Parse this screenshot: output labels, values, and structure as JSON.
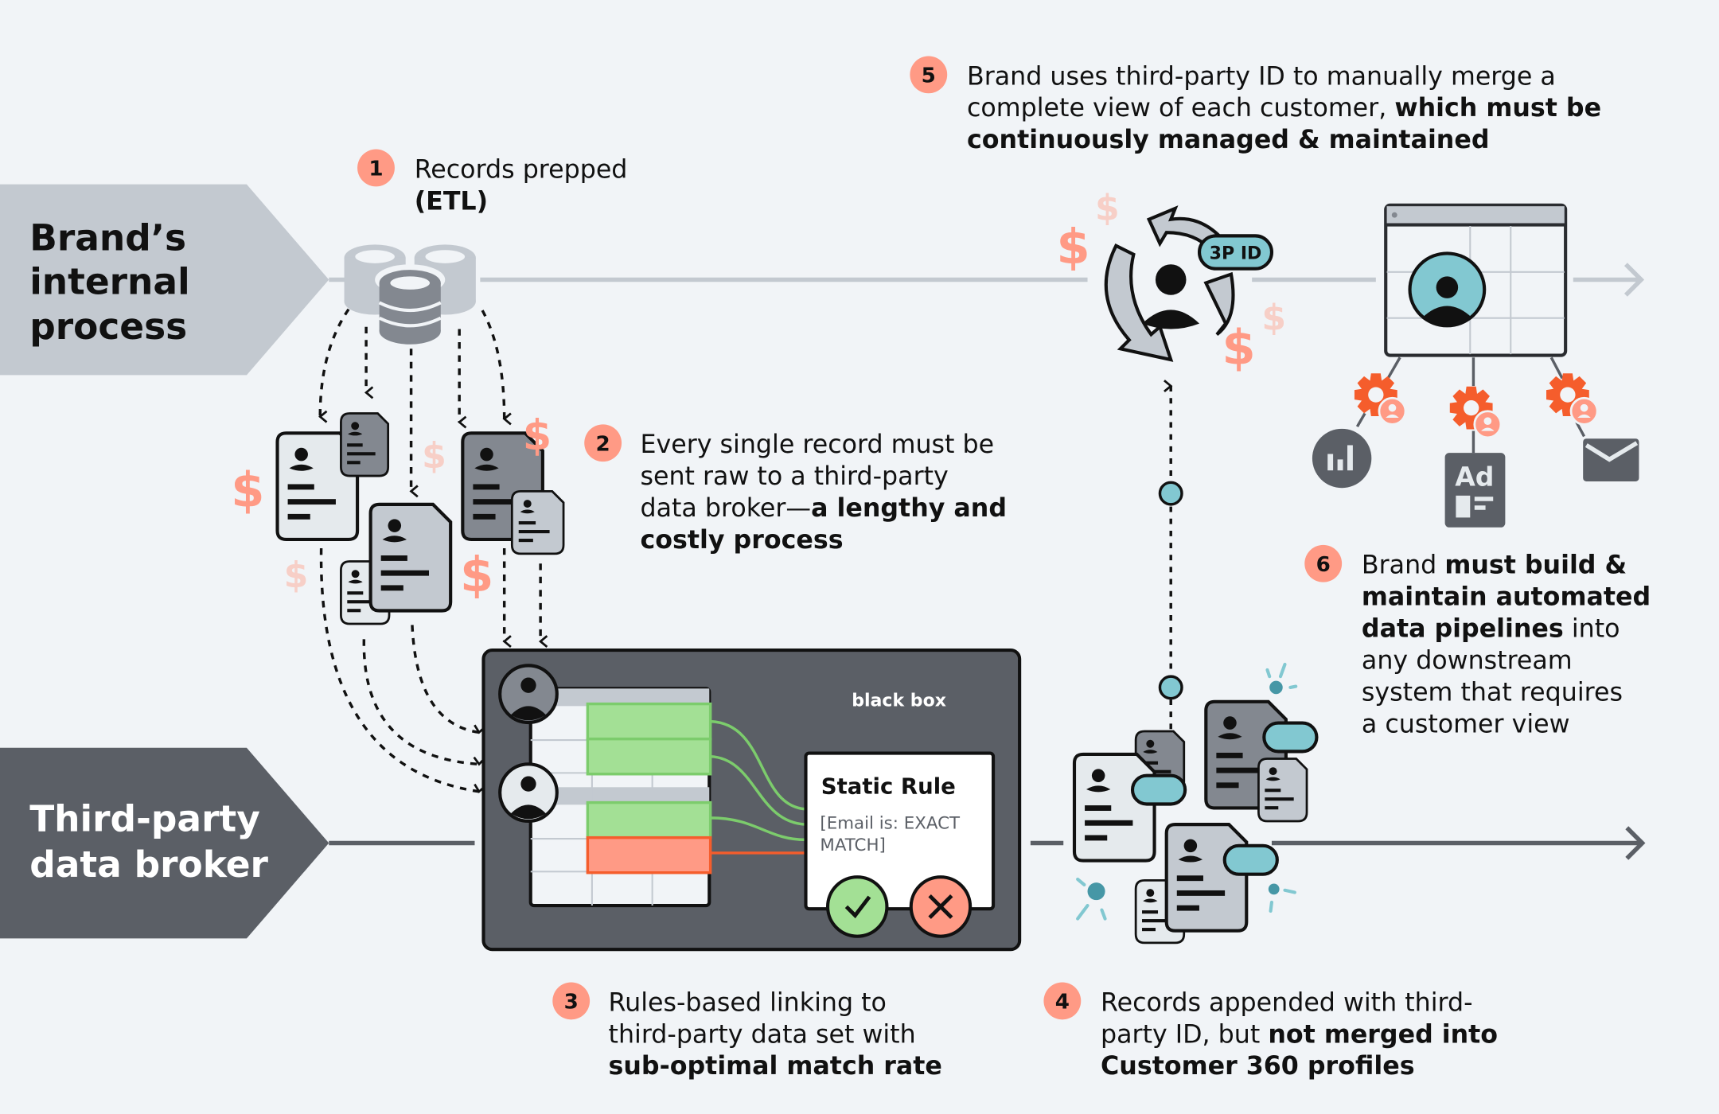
{
  "colors": {
    "background": "#f1f4f7",
    "lane_internal": "#c3c9d0",
    "lane_broker": "#5b5f66",
    "accent_salmon": "#ff9a85",
    "accent_orange": "#f55d2c",
    "teal": "#82c8d1",
    "teal_dark": "#4697a6",
    "match_green": "#a3e095",
    "ink": "#111111"
  },
  "lanes": {
    "internal": {
      "line1": "Brand’s",
      "line2": "internal",
      "line3": "process"
    },
    "broker": {
      "line1": "Third-party",
      "line2": "data broker"
    }
  },
  "steps": [
    {
      "num": "1",
      "lines": [
        {
          "parts": [
            {
              "t": "Records prepped",
              "b": false
            }
          ]
        },
        {
          "parts": [
            {
              "t": "(ETL)",
              "b": true
            }
          ]
        }
      ]
    },
    {
      "num": "2",
      "lines": [
        {
          "parts": [
            {
              "t": "Every single record must be",
              "b": false
            }
          ]
        },
        {
          "parts": [
            {
              "t": "sent raw to a third-party",
              "b": false
            }
          ]
        },
        {
          "parts": [
            {
              "t": "data broker—",
              "b": false
            },
            {
              "t": "a lengthy and",
              "b": true
            }
          ]
        },
        {
          "parts": [
            {
              "t": "costly process",
              "b": true
            }
          ]
        }
      ]
    },
    {
      "num": "3",
      "lines": [
        {
          "parts": [
            {
              "t": "Rules-based linking to",
              "b": false
            }
          ]
        },
        {
          "parts": [
            {
              "t": "third-party data set with",
              "b": false
            }
          ]
        },
        {
          "parts": [
            {
              "t": "sub-optimal match rate",
              "b": true
            }
          ]
        }
      ]
    },
    {
      "num": "4",
      "lines": [
        {
          "parts": [
            {
              "t": "Records appended with third-",
              "b": false
            }
          ]
        },
        {
          "parts": [
            {
              "t": "party ID, but ",
              "b": false
            },
            {
              "t": "not merged into",
              "b": true
            }
          ]
        },
        {
          "parts": [
            {
              "t": "Customer 360 profiles",
              "b": true
            }
          ]
        }
      ]
    },
    {
      "num": "5",
      "lines": [
        {
          "parts": [
            {
              "t": "Brand uses third-party ID to manually merge a",
              "b": false
            }
          ]
        },
        {
          "parts": [
            {
              "t": "complete view of each customer, ",
              "b": false
            },
            {
              "t": "which must be",
              "b": true
            }
          ]
        },
        {
          "parts": [
            {
              "t": "continuously managed & maintained",
              "b": true
            }
          ]
        }
      ]
    },
    {
      "num": "6",
      "lines": [
        {
          "parts": [
            {
              "t": "Brand ",
              "b": false
            },
            {
              "t": "must build &",
              "b": true
            }
          ]
        },
        {
          "parts": [
            {
              "t": "maintain automated",
              "b": true
            }
          ]
        },
        {
          "parts": [
            {
              "t": "data pipelines",
              "b": true
            },
            {
              "t": " into",
              "b": false
            }
          ]
        },
        {
          "parts": [
            {
              "t": "any downstream",
              "b": false
            }
          ]
        },
        {
          "parts": [
            {
              "t": "system that requires",
              "b": false
            }
          ]
        },
        {
          "parts": [
            {
              "t": "a customer view",
              "b": false
            }
          ]
        }
      ]
    }
  ],
  "black_box": {
    "label": "black box",
    "rule_title": "Static Rule",
    "rule_line1": "[Email is: EXACT",
    "rule_line2": "MATCH]"
  },
  "badge_3pid": "3P ID",
  "ad_label": "Ad",
  "currency_symbol": "$"
}
